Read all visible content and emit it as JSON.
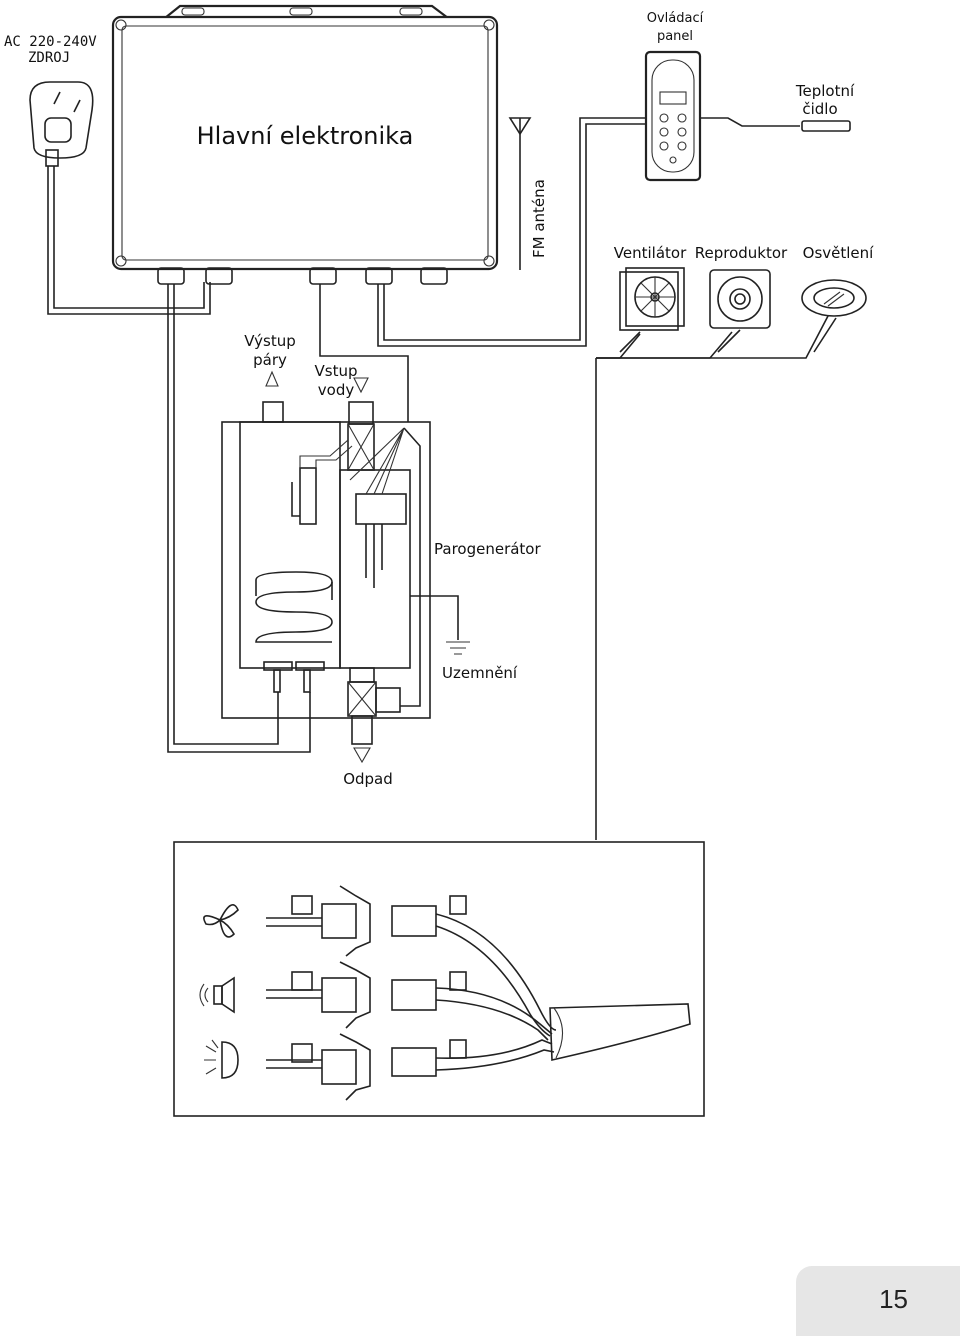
{
  "labels": {
    "power_line1": "AC  220-240V",
    "power_line2": "ZDROJ",
    "main_unit": "Hlavní elektronika",
    "fm_antenna": "FM anténa",
    "control_panel_line1": "Ovládací",
    "control_panel_line2": "panel",
    "temp_sensor_line1": "Teplotní",
    "temp_sensor_line2": "čidlo",
    "fan": "Ventilátor",
    "speaker": "Reproduktor",
    "lighting": "Osvětlení",
    "steam_out_line1": "Výstup",
    "steam_out_line2": "páry",
    "water_in_line1": "Vstup",
    "water_in_line2": "vody",
    "steam_generator": "Parogenerátor",
    "grounding": "Uzemnění",
    "drain": "Odpad"
  },
  "page_number": "15",
  "colors": {
    "line": "#222222",
    "page_box": "#e6e6e6"
  },
  "icons": [
    "fan-icon",
    "speaker-icon",
    "light-icon",
    "plug-icon",
    "antenna-icon"
  ]
}
